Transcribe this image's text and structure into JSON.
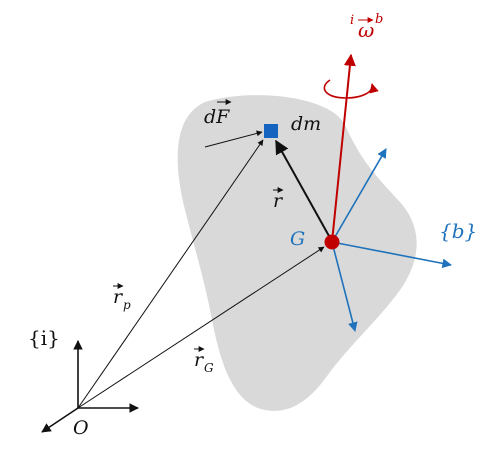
{
  "colors": {
    "body_fill": "#d9d9d9",
    "black": "#111111",
    "blue": "#1f72bc",
    "red": "#c00000",
    "mass_square": "#1565c0"
  },
  "labels": {
    "inertial_frame": "{i}",
    "origin": "O",
    "r_p": "r",
    "r_p_sub": "p",
    "r_G": "r",
    "r_G_sub": "G",
    "r": "r",
    "dF": "dF",
    "dm": "dm",
    "G": "G",
    "body_frame": "{b}",
    "omega_pre": "i",
    "omega": "ω",
    "omega_sup": "b"
  }
}
